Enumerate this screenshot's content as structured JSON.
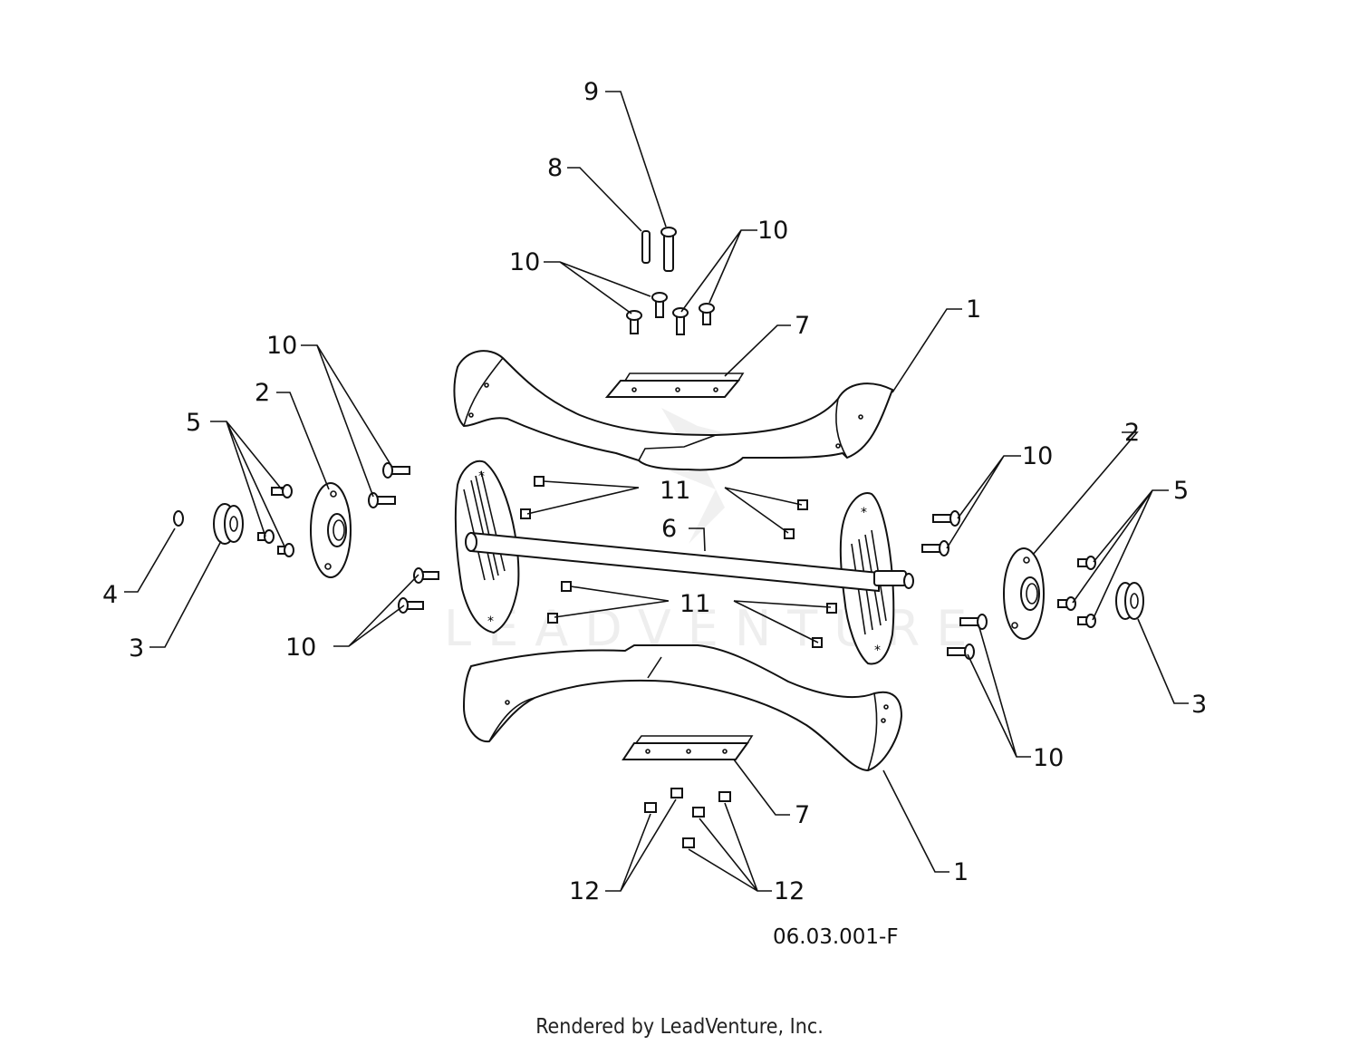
{
  "diagram": {
    "callouts": [
      {
        "id": "c9",
        "label": "9"
      },
      {
        "id": "c8",
        "label": "8"
      },
      {
        "id": "c10a",
        "label": "10"
      },
      {
        "id": "c10b",
        "label": "10"
      },
      {
        "id": "c1a",
        "label": "1"
      },
      {
        "id": "c7a",
        "label": "7"
      },
      {
        "id": "c10c",
        "label": "10"
      },
      {
        "id": "c2a",
        "label": "2"
      },
      {
        "id": "c5a",
        "label": "5"
      },
      {
        "id": "c4",
        "label": "4"
      },
      {
        "id": "c3a",
        "label": "3"
      },
      {
        "id": "c10d",
        "label": "10"
      },
      {
        "id": "c11a",
        "label": "11"
      },
      {
        "id": "c6",
        "label": "6"
      },
      {
        "id": "c11b",
        "label": "11"
      },
      {
        "id": "c10e",
        "label": "10"
      },
      {
        "id": "c2b",
        "label": "2"
      },
      {
        "id": "c5b",
        "label": "5"
      },
      {
        "id": "c3b",
        "label": "3"
      },
      {
        "id": "c10f",
        "label": "10"
      },
      {
        "id": "c7b",
        "label": "7"
      },
      {
        "id": "c1b",
        "label": "1"
      },
      {
        "id": "c12a",
        "label": "12"
      },
      {
        "id": "c12b",
        "label": "12"
      }
    ],
    "reference_code": "06.03.001-F",
    "watermark": "LEADVENTURE"
  },
  "footer": {
    "credit": "Rendered by LeadVenture, Inc."
  },
  "colors": {
    "line": "#111111",
    "background": "#ffffff",
    "watermark": "#eeeeee"
  }
}
